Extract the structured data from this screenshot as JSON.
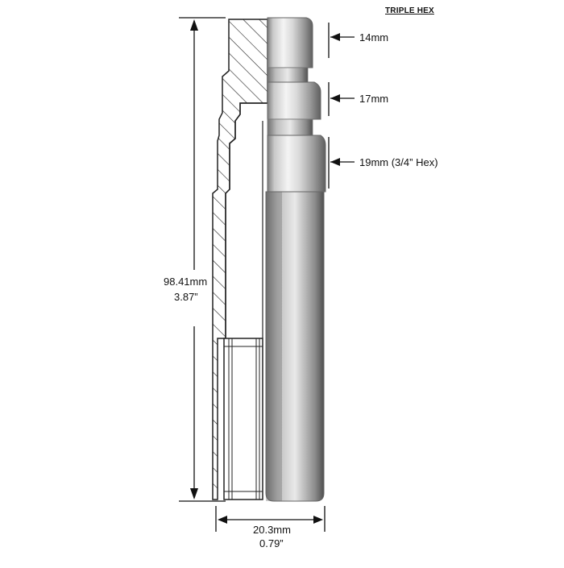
{
  "title": "TRIPLE HEX",
  "labels": {
    "hex_top": "14mm",
    "hex_mid": "17mm",
    "hex_bottom": "19mm (3/4” Hex)",
    "length_mm": "98.41mm",
    "length_in": "3.87”",
    "width_mm": "20.3mm",
    "width_in": "0.79”"
  }
}
